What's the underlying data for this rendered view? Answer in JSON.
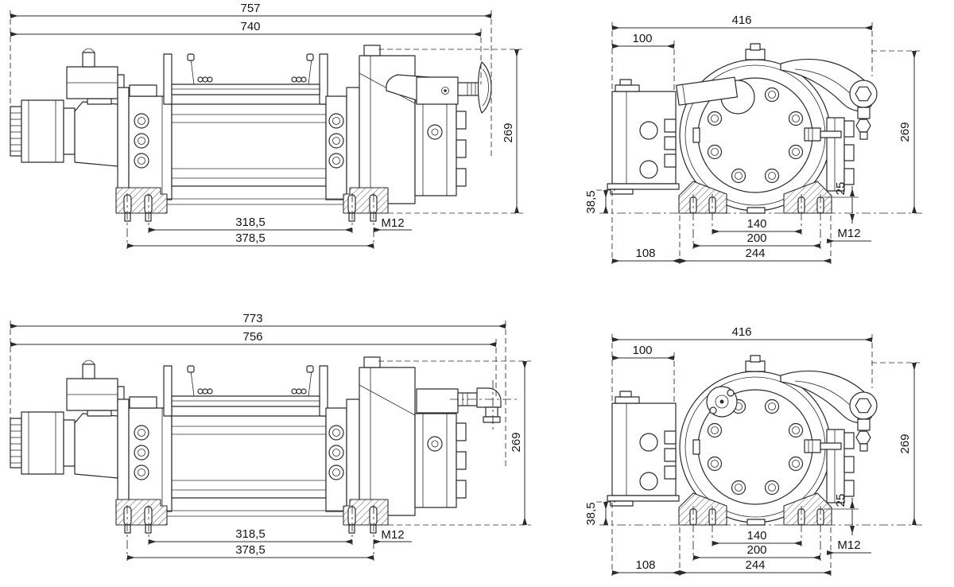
{
  "page": {
    "background": "#ffffff",
    "line_color": "#2b2b2b",
    "text_color": "#161616"
  },
  "views": [
    {
      "id": "side-view-a",
      "dims": {
        "overall_width": "757",
        "frame_width": "740",
        "height": "269",
        "stud_span_inner": "318,5",
        "stud_span_outer": "378,5",
        "stud_thread": "M12"
      }
    },
    {
      "id": "end-view-a",
      "dims": {
        "overall_width": "416",
        "bracket_width": "100",
        "height": "269",
        "base_height": "38,5",
        "stud_height": "25",
        "stud_span_inner": "140",
        "stud_span_mid": "200",
        "base_width": "244",
        "bracket_offset": "108",
        "stud_thread": "M12"
      }
    },
    {
      "id": "side-view-b",
      "dims": {
        "overall_width": "773",
        "frame_width": "756",
        "height": "269",
        "stud_span_inner": "318,5",
        "stud_span_outer": "378,5",
        "stud_thread": "M12"
      }
    },
    {
      "id": "end-view-b",
      "dims": {
        "overall_width": "416",
        "bracket_width": "100",
        "height": "269",
        "base_height": "38,5",
        "stud_height": "25",
        "stud_span_inner": "140",
        "stud_span_mid": "200",
        "base_width": "244",
        "bracket_offset": "108",
        "stud_thread": "M12"
      }
    }
  ]
}
